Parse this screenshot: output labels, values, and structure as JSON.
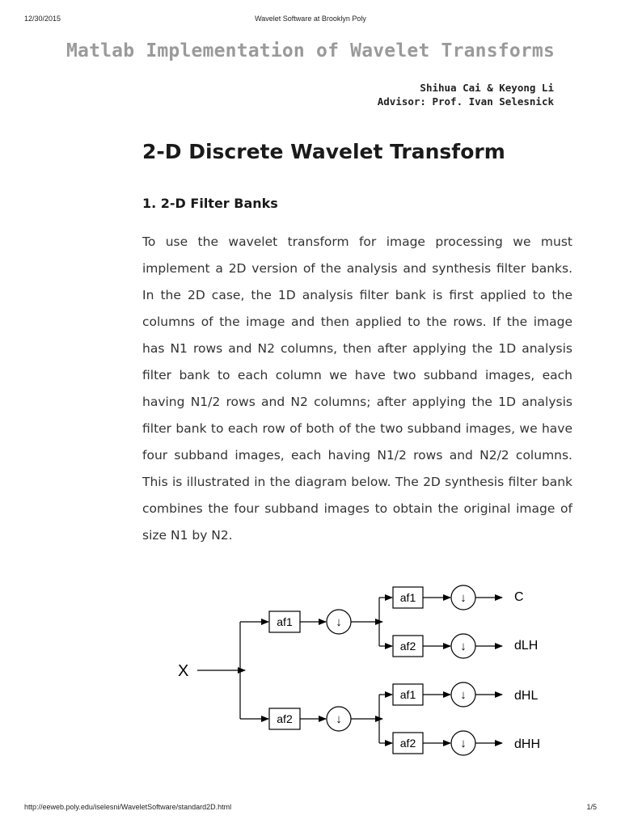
{
  "print_header": {
    "date": "12/30/2015",
    "title": "Wavelet Software at Brooklyn Poly"
  },
  "site_title": "Matlab Implementation of Wavelet Transforms",
  "authors": {
    "names": "Shihua Cai & Keyong Li",
    "advisor": "Advisor: Prof. Ivan Selesnick"
  },
  "heading": "2-D Discrete Wavelet Transform",
  "section_heading": "1. 2-D Filter Banks",
  "body_text": "To use the wavelet transform for image processing we must implement a 2D version of the analysis and synthesis filter banks. In the 2D case, the 1D analysis filter bank is first applied to the columns of the image and then applied to the rows. If the image has N1 rows and N2 columns, then after applying the 1D analysis filter bank to each column we have two subband images, each having N1/2 rows and N2 columns; after applying the 1D analysis filter bank to each row of both of the two subband images, we have four subband images, each having N1/2 rows and N2/2 columns. This is illustrated in the diagram below. The 2D synthesis filter bank combines the four subband images to obtain the original image of size N1 by N2.",
  "diagram": {
    "input_label": "X",
    "stage1_filters": [
      "af1",
      "af2"
    ],
    "stage2_filters": [
      "af1",
      "af2",
      "af1",
      "af2"
    ],
    "downsample_symbol": "↓",
    "outputs": [
      "C",
      "dLH",
      "dHL",
      "dHH"
    ]
  },
  "print_footer": {
    "url": "http://eeweb.poly.edu/iselesni/WaveletSoftware/standard2D.html",
    "page": "1/5"
  }
}
